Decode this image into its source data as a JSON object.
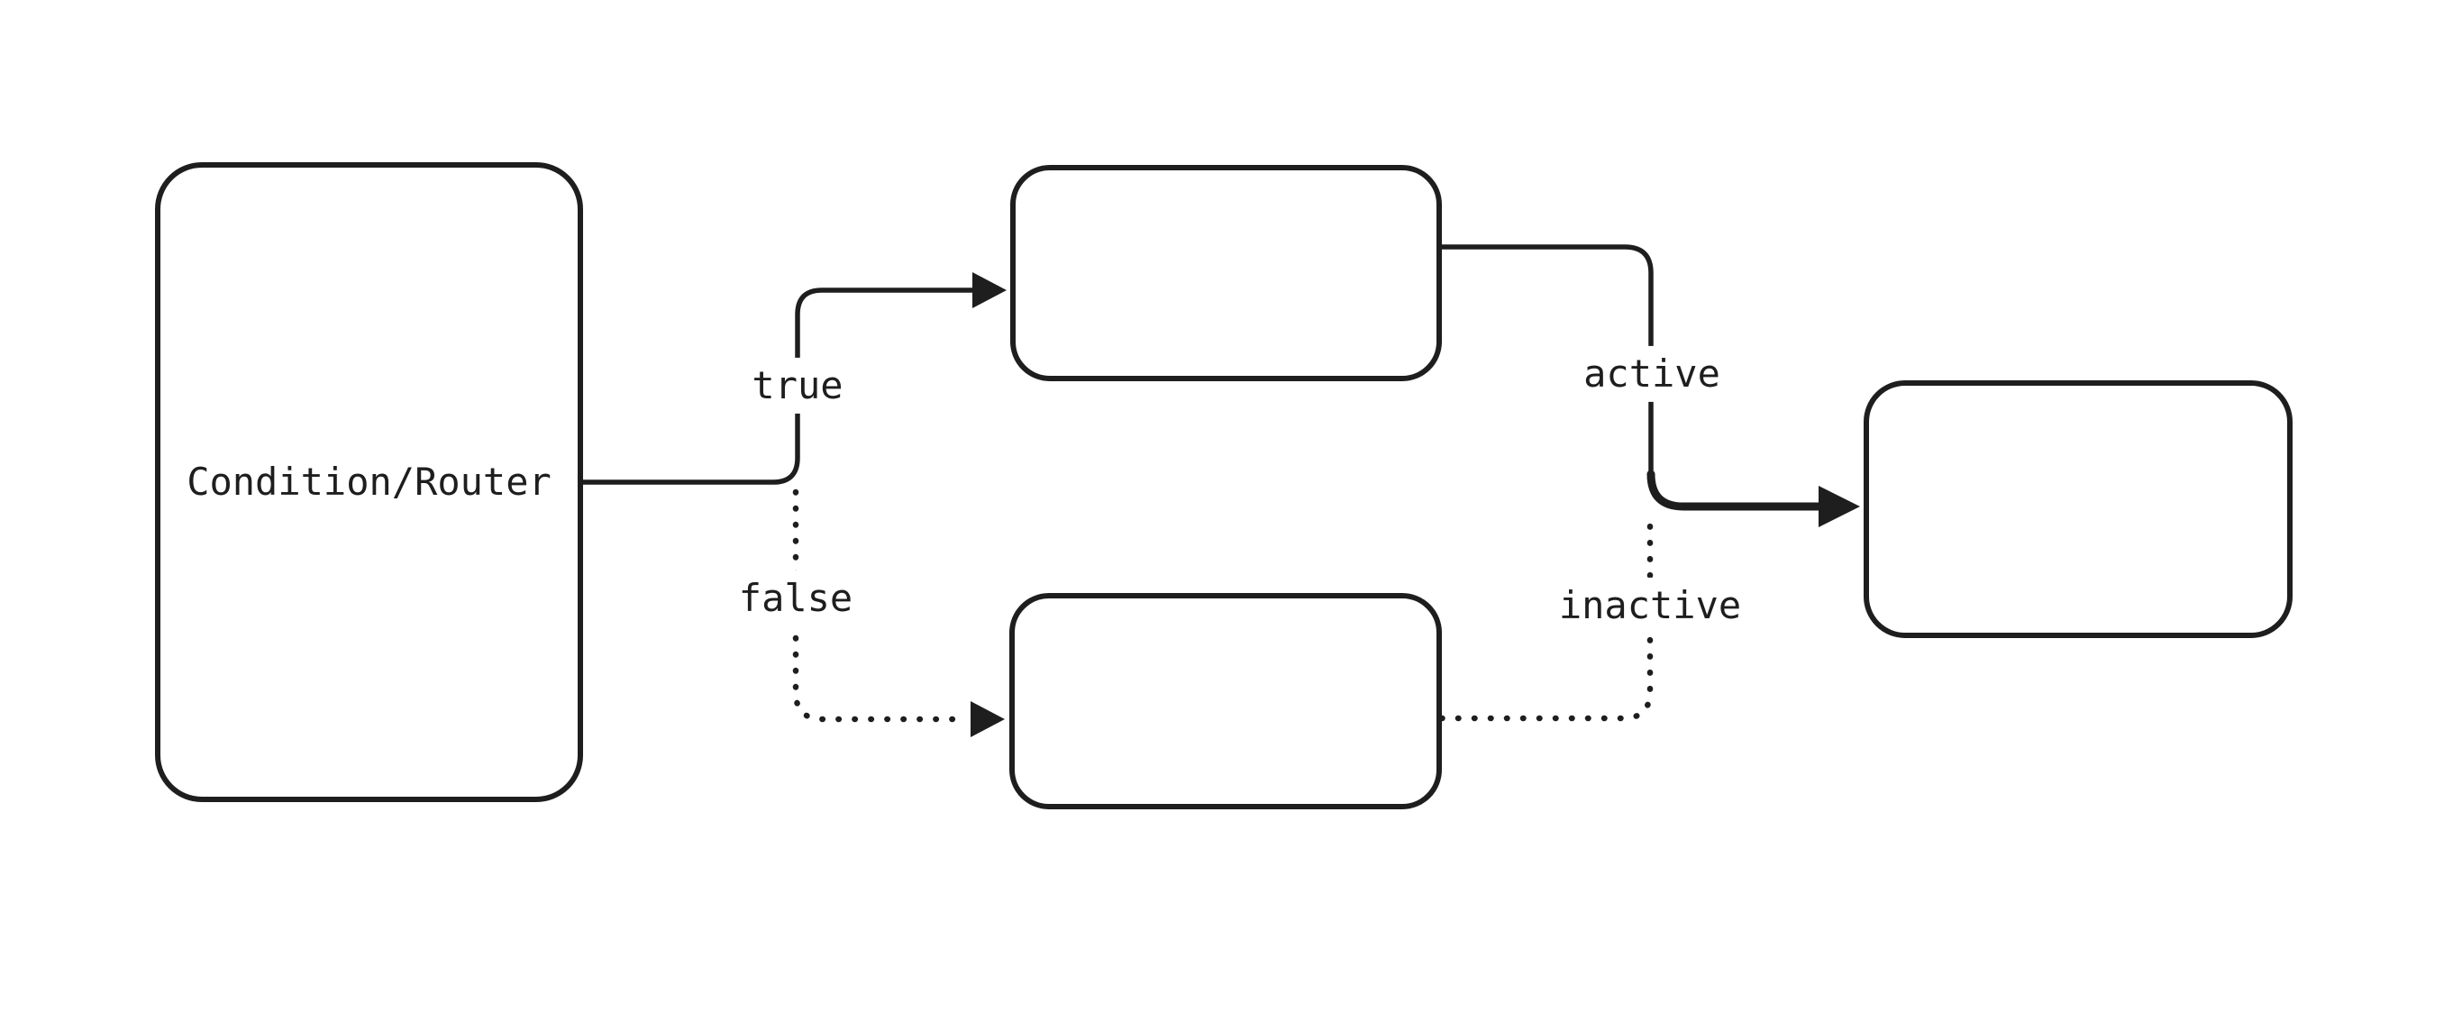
{
  "canvas": {
    "background": "#ffffff",
    "stroke_color": "#1e1e1e"
  },
  "nodes": [
    {
      "id": "condition-router",
      "label": "Condition/Router"
    },
    {
      "id": "true-branch",
      "label": ""
    },
    {
      "id": "false-branch",
      "label": ""
    },
    {
      "id": "output",
      "label": ""
    }
  ],
  "edges": [
    {
      "id": "true",
      "label": "true",
      "style": "solid",
      "from": "condition-router",
      "to": "true-branch"
    },
    {
      "id": "false",
      "label": "false",
      "style": "dotted",
      "from": "condition-router",
      "to": "false-branch"
    },
    {
      "id": "active",
      "label": "active",
      "style": "solid",
      "from": "true-branch",
      "to": "output"
    },
    {
      "id": "inactive",
      "label": "inactive",
      "style": "dotted",
      "from": "false-branch",
      "to": "output"
    }
  ]
}
